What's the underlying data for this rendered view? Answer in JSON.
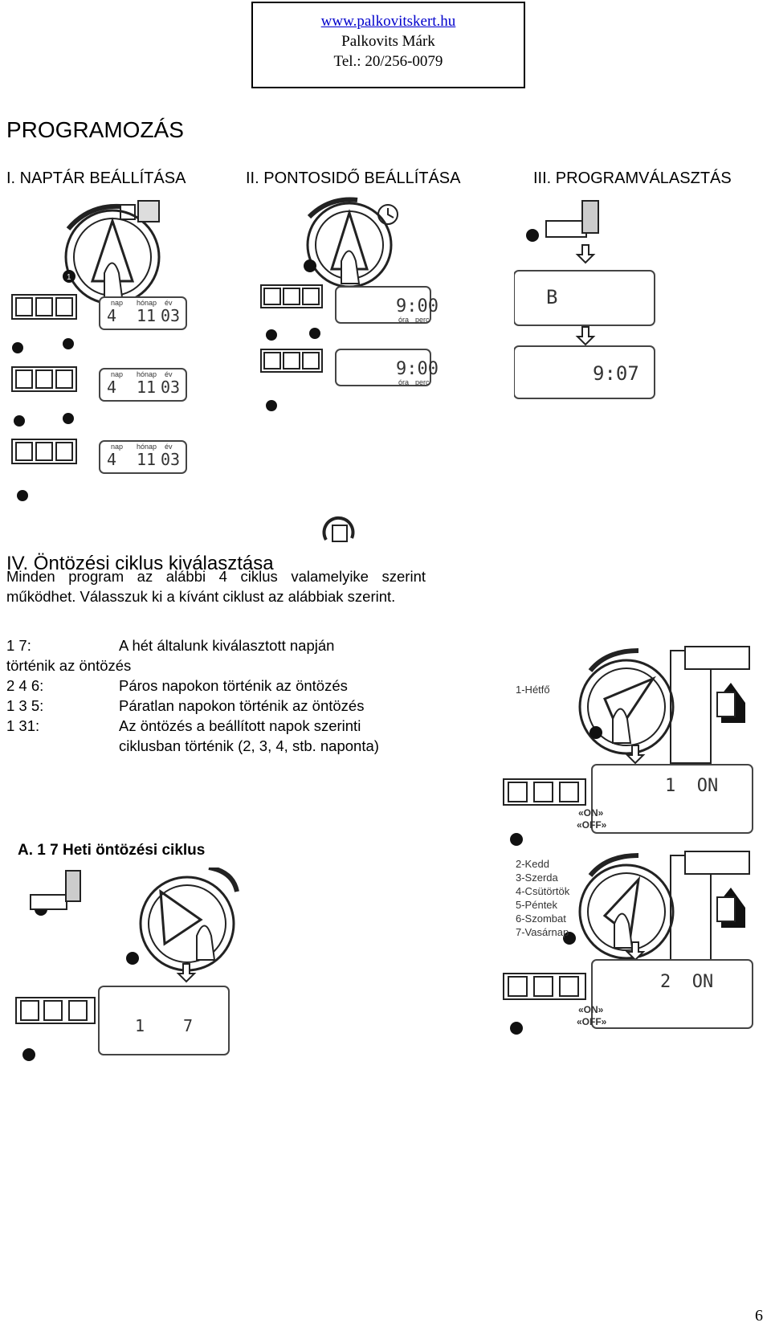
{
  "header": {
    "website": "www.palkovitskert.hu",
    "name": "Palkovits Márk",
    "phone": "Tel.: 20/256-0079"
  },
  "title": "PROGRAMOZÁS",
  "sections": {
    "s1": "I. NAPTÁR BEÁLLÍTÁSA",
    "s2": "II. PONTOSIDŐ BEÁLLÍTÁSA",
    "s3": "III. PROGRAMVÁLASZTÁS",
    "s4": "IV. Öntözési ciklus kiválasztása"
  },
  "intro": "Minden program az alábbi 4 ciklus valamelyike szerint működhet. Válasszuk ki a kívánt ciklust az alábbiak szerint.",
  "cycles": [
    {
      "code": "1  7:",
      "text": "A hét általunk kiválasztott napján",
      "cont": "történik az öntözés"
    },
    {
      "code": "2  4  6:",
      "text": "Páros napokon történik az öntözés"
    },
    {
      "code": "1  3  5:",
      "text": "Páratlan napokon történik az öntözés"
    },
    {
      "code": "1  31:",
      "text": "Az öntözés a beállított napok szerinti",
      "cont": "ciklusban történik (2, 3, 4, stb. naponta)"
    }
  ],
  "figure_a_title": "A. 1 7 Heti öntözési ciklus",
  "calendar_labels": {
    "nap": "nap",
    "honap": "hónap",
    "ev": "év"
  },
  "calendar_values": {
    "day": "4",
    "month": "11",
    "year": "03"
  },
  "clock_labels": {
    "ora": "óra",
    "perc": "perc"
  },
  "clock_value": "9:00",
  "program_value": "B",
  "program_time": "9:07",
  "cycle_display": {
    "a": "1",
    "b": "7"
  },
  "days": [
    "1-Hétfő",
    "2-Kedd",
    "3-Szerda",
    "4-Csütörtök",
    "5-Péntek",
    "6-Szombat",
    "7-Vasárnap"
  ],
  "day_on_1": "1  ON",
  "day_on_2": "2  ON",
  "on_off": {
    "on": "«ON»",
    "off": "«OFF»"
  },
  "page_number": "6"
}
